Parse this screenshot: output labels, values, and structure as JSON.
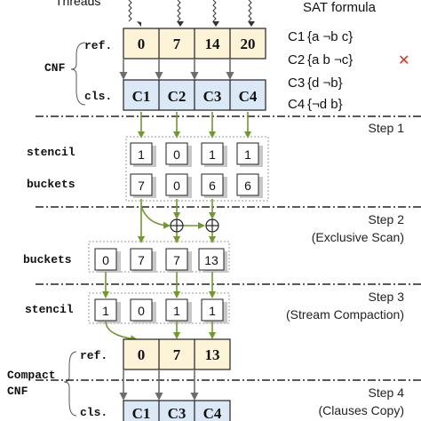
{
  "threads_label": "Threads",
  "sat": {
    "title": "SAT formula",
    "clauses": [
      {
        "name": "C1",
        "literals": "{a  ¬b  c}",
        "satisfied": true
      },
      {
        "name": "C2",
        "literals": "{a  b  ¬c}",
        "satisfied": false
      },
      {
        "name": "C3",
        "literals": "{d  ¬b}",
        "satisfied": true
      },
      {
        "name": "C4",
        "literals": "{¬d  b}",
        "satisfied": true
      }
    ],
    "cross_mark": "✕"
  },
  "cnf": {
    "label": "CNF",
    "ref_label": "ref.",
    "cls_label": "cls.",
    "refs": [
      "0",
      "7",
      "14",
      "20"
    ],
    "clauses": [
      "C1",
      "C2",
      "C3",
      "C4"
    ]
  },
  "step1": {
    "label": "Step 1",
    "stencil_label": "stencil",
    "buckets_label": "buckets",
    "stencil": [
      "1",
      "0",
      "1",
      "1"
    ],
    "buckets": [
      "7",
      "0",
      "6",
      "6"
    ]
  },
  "step2": {
    "label": "Step 2",
    "sublabel": "(Exclusive Scan)",
    "buckets_label": "buckets",
    "buckets": [
      "0",
      "7",
      "7",
      "13"
    ],
    "op_symbol": "⊕"
  },
  "step3": {
    "label": "Step 3",
    "sublabel": "(Stream Compaction)",
    "stencil_label": "stencil",
    "stencil": [
      "1",
      "0",
      "1",
      "1"
    ]
  },
  "compact": {
    "label_line1": "Compact",
    "label_line2": "CNF",
    "ref_label": "ref.",
    "cls_label": "cls.",
    "refs": [
      "0",
      "7",
      "13"
    ],
    "clauses": [
      "C1",
      "C3",
      "C4"
    ]
  },
  "step4": {
    "label": "Step 4",
    "sublabel": "(Clauses Copy)"
  },
  "colors": {
    "ref_fill": "#fdf3d6",
    "cls_fill": "#dbe8f5",
    "cell_fill": "#ffffff",
    "shadow": "#c8c8c8",
    "green_arrow": "#6f9a2c",
    "gray_arrow": "#6e6e6e",
    "cross": "#e0301e"
  }
}
